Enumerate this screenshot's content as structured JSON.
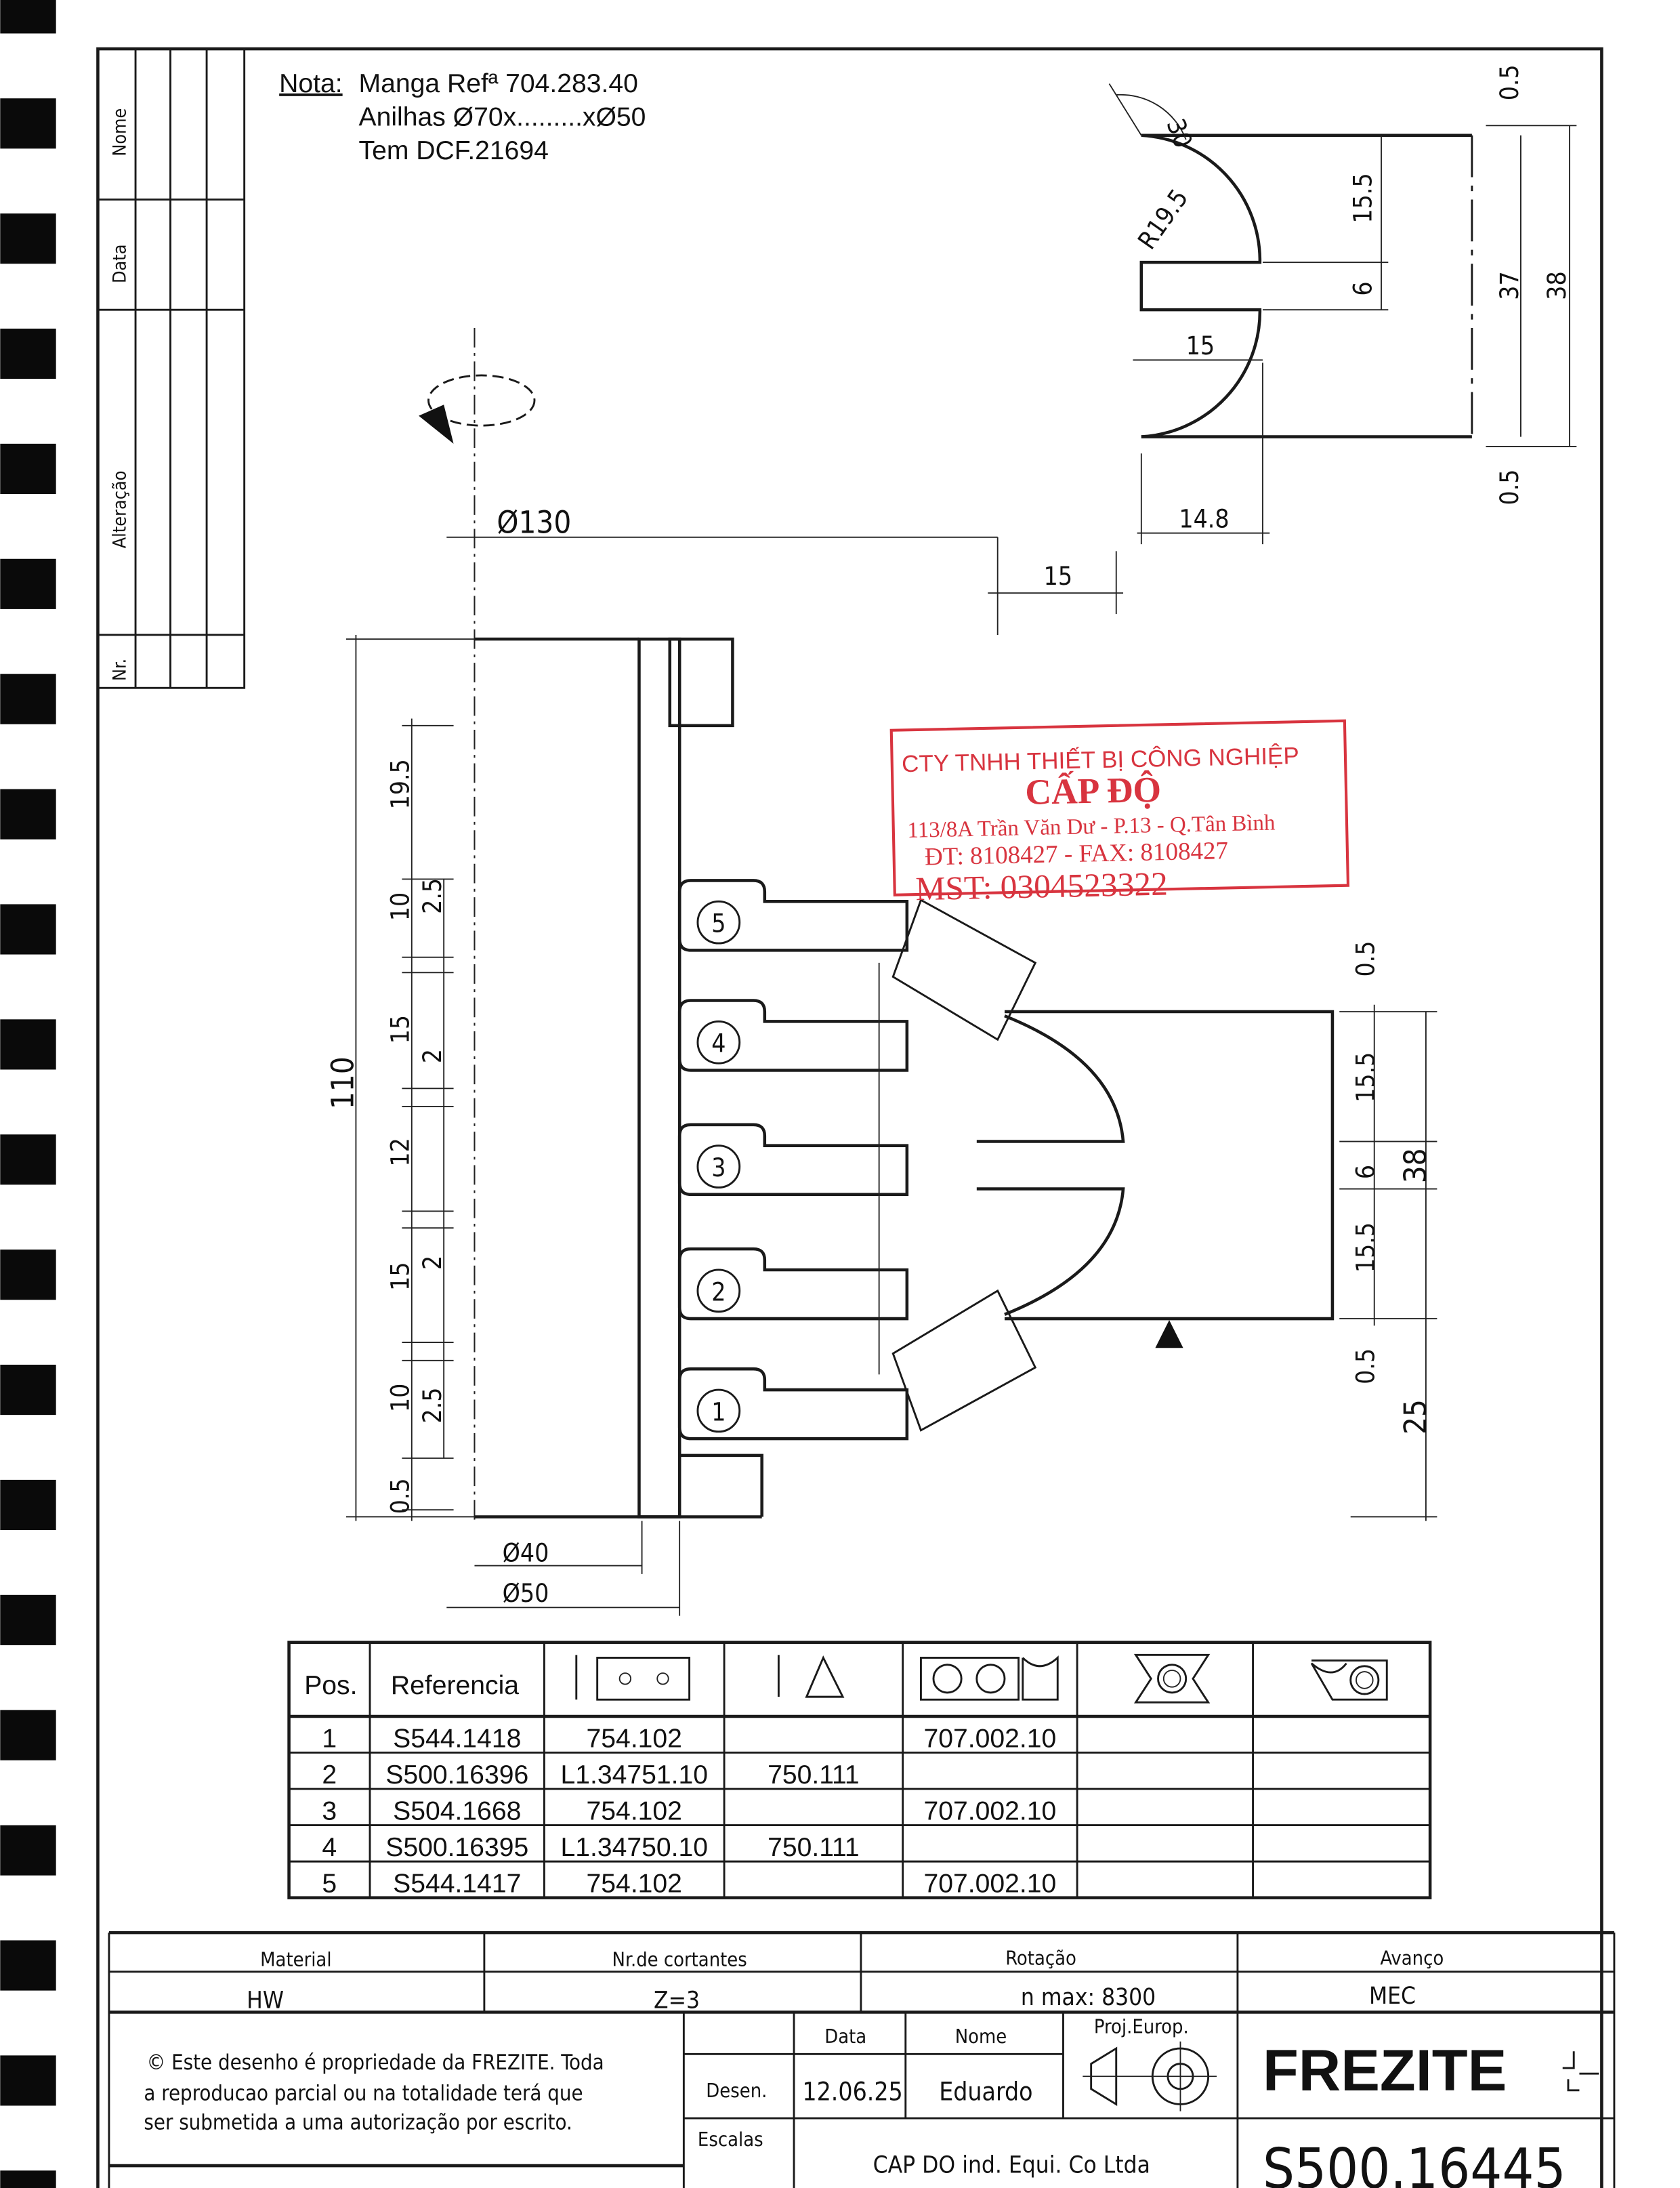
{
  "revision_block": {
    "labels": [
      "Nome",
      "Data",
      "Alteração",
      "Nr."
    ]
  },
  "note": {
    "label": "Nota:",
    "lines": [
      "Manga Refª 704.283.40",
      "Anilhas Ø70x.........xØ50",
      "Tem DCF.21694"
    ]
  },
  "dimensions": {
    "top_view": {
      "angle": "30",
      "radius": "R19.5",
      "d1": "15.5",
      "d2": "6",
      "d3": "15",
      "d4": "14.8",
      "d5": "37",
      "d6": "38",
      "d7": "0.5",
      "d8": "0.5"
    },
    "main": {
      "dia_outer": "Ø130",
      "offset": "15",
      "height": "110",
      "dia_40": "Ø40",
      "dia_50": "Ø50",
      "left_chain": [
        "19.5",
        "10",
        "2.5",
        "15",
        "2",
        "12",
        "15",
        "2",
        "10",
        "2.5",
        "0.5"
      ],
      "right_chain": [
        "0.5",
        "15.5",
        "6",
        "15.5",
        "0.5",
        "38",
        "25"
      ]
    },
    "positions": [
      "1",
      "2",
      "3",
      "4",
      "5"
    ]
  },
  "stamp": {
    "line1": "CTY TNHH THIẾT BỊ CÔNG NGHIỆP",
    "line2": "CẤP ĐỘ",
    "line3": "113/8A Trần Văn Dư - P.13 - Q.Tân Bình",
    "line4": "ĐT: 8108427 - FAX: 8108427",
    "line5": "MST: 0304523322"
  },
  "parts_table": {
    "headers": [
      "Pos.",
      "Referencia"
    ],
    "icon_columns": [
      "insert-plate-icon",
      "triangle-insert-icon",
      "clamp-plate-icon",
      "screw-seat-icon",
      "wedge-icon"
    ],
    "rows": [
      [
        "1",
        "S544.1418",
        "754.102",
        "",
        "707.002.10",
        "",
        ""
      ],
      [
        "2",
        "S500.16396",
        "L1.34751.10",
        "750.111",
        "",
        "",
        ""
      ],
      [
        "3",
        "S504.1668",
        "754.102",
        "",
        "707.002.10",
        "",
        ""
      ],
      [
        "4",
        "S500.16395",
        "L1.34750.10",
        "750.111",
        "",
        "",
        ""
      ],
      [
        "5",
        "S544.1417",
        "754.102",
        "",
        "707.002.10",
        "",
        ""
      ]
    ]
  },
  "title_block": {
    "material_label": "Material",
    "material": "HW",
    "cutters_label": "Nr.de cortantes",
    "cutters": "Z=3",
    "rotation_label": "Rotação",
    "rotation": "n max: 8300",
    "feed_label": "Avanço",
    "feed": "MEC",
    "copyright": [
      "© Este desenho é propriedade da FREZITE. Toda",
      "a reproducao parcial ou na totalidade terá que",
      "ser submetida a uma autorização por escrito."
    ],
    "date_label": "Data",
    "name_label": "Nome",
    "projection_label": "Proj.Europ.",
    "drawn_label": "Desen.",
    "drawn_date": "12.06.25",
    "drawn_name": "Eduardo",
    "scales_label": "Escalas",
    "customer": "CAP DO ind. Equi. Co Ltda",
    "brand": "FREZITE",
    "drawing_number": "S500.16445"
  },
  "colors": {
    "stamp": "#d8343f",
    "ink": "#1a1a1a"
  }
}
